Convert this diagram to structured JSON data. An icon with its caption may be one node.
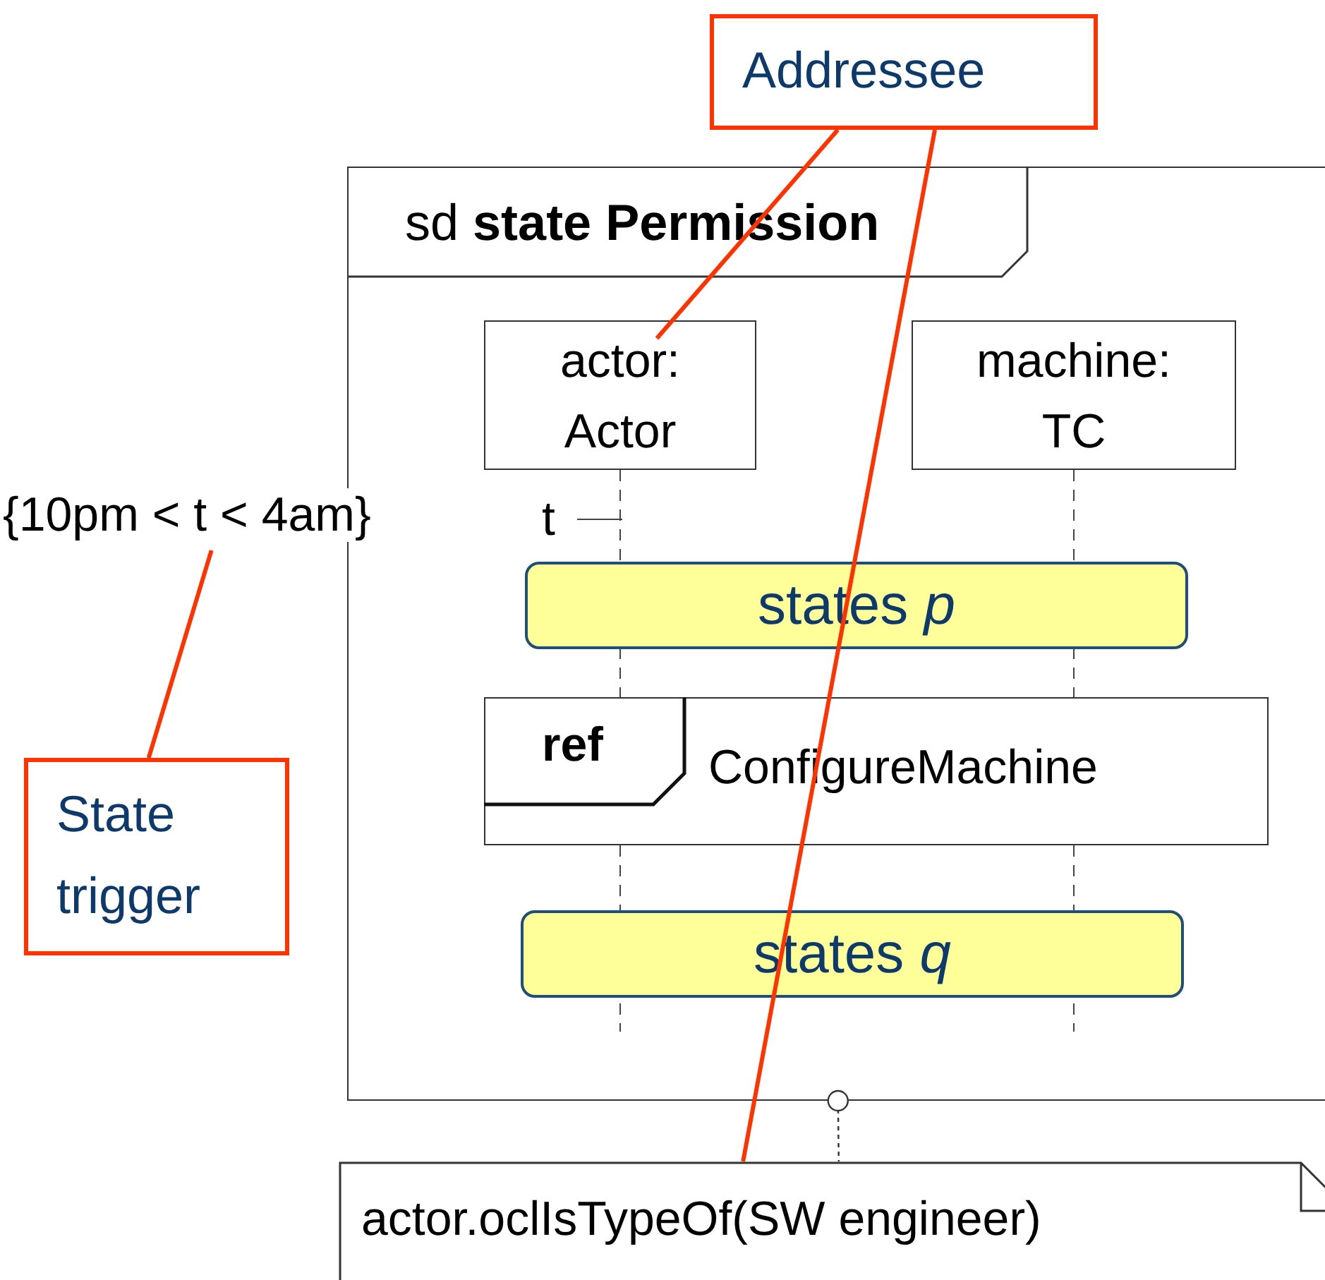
{
  "diagram": {
    "nodes": [
      {
        "text": [
          "Addressee"
        ]
      },
      {
        "text": [
          "sd **state Permission**"
        ]
      },
      {
        "text": [
          "actor: Actor"
        ],
        "in": 1
      },
      {
        "text": [
          "machine: TC"
        ],
        "in": 1
      },
      {
        "text": [
          "{10pm < t < 4am}"
        ]
      },
      {
        "text": [
          "states *p*"
        ],
        "in": 1
      },
      {
        "text": [
          "ref",
          "ConfigureMachine"
        ],
        "in": 1
      },
      {
        "text": [
          "states *q*"
        ],
        "in": 1
      },
      {
        "text": [
          "State trigger"
        ]
      },
      {
        "text": [
          "actor.oclIsTypeOf(SW engineer)"
        ]
      }
    ],
    "edges": [
      {
        "from": 0,
        "to": 2,
        "arrow": "none",
        "color": "#ff3300"
      },
      {
        "from": 0,
        "to": 9,
        "arrow": "none",
        "color": "#ff3300"
      },
      {
        "from": 8,
        "to": 4,
        "arrow": "none",
        "color": "#ff3300"
      },
      {
        "from": 1,
        "to": 9,
        "arrow": "other",
        "style": "dashed",
        "color": "#333333"
      }
    ],
    "labels": [
      "t"
    ]
  }
}
